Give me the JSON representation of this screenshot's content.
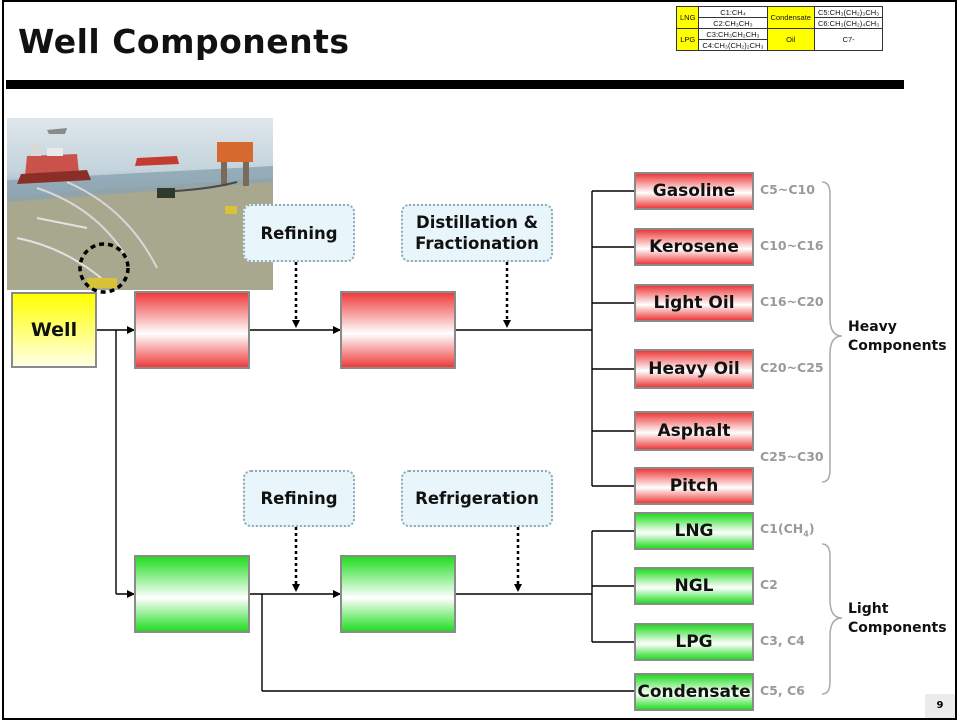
{
  "slide": {
    "title": "Well Components",
    "page_number": "9"
  },
  "legend": {
    "r1": {
      "a": "LNG",
      "b": "C1:CH₄",
      "c": "Condensate",
      "d": "C5:CH₃(CH₂)₃CH₃"
    },
    "r2": {
      "b": "C2:CH₃CH₃",
      "d": "C6:CH₃(CH₂)₄CH₃"
    },
    "r3": {
      "a": "LPG",
      "b": "C3:CH₃CH₂CH₃",
      "c": "Oil",
      "d": "C7-"
    },
    "r4": {
      "b": "C4:CH₃(CH₂)₂CH₃"
    },
    "highlight_color": "#ffff00"
  },
  "source": {
    "label": "Well"
  },
  "processes": {
    "refining_oil": "Refining",
    "distillation": "Distillation & Fractionation",
    "refining_gas": "Refining",
    "refrigeration": "Refrigeration"
  },
  "heavy": {
    "products": [
      "Gasoline",
      "Kerosene",
      "Light Oil",
      "Heavy Oil",
      "Asphalt",
      "Pitch"
    ],
    "ranges": [
      "C5~C10",
      "C10~C16",
      "C16~C20",
      "C20~C25",
      "C25~C30"
    ],
    "group_label_1": "Heavy",
    "group_label_2": "Components",
    "color": "#ee3b3b"
  },
  "light": {
    "products": [
      "LNG",
      "NGL",
      "LPG",
      "Condensate"
    ],
    "ranges": [
      "C1(CH",
      "4",
      ")",
      "C2",
      "C3, C4",
      "C5, C6"
    ],
    "group_label_1": "Light",
    "group_label_2": "Components",
    "color": "#22dd22"
  }
}
